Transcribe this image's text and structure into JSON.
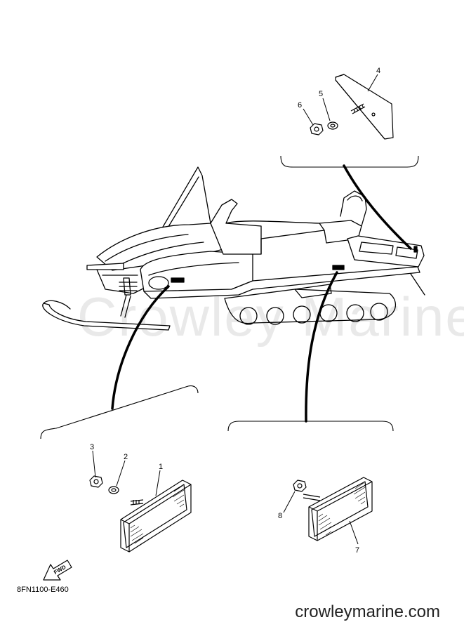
{
  "watermark": "Crowley Marine",
  "part_code": "8FN1100-E460",
  "site_url": "crowleymarine.com",
  "fwd_label": "FWD",
  "callouts": {
    "c1": "1",
    "c2": "2",
    "c3": "3",
    "c4": "4",
    "c5": "5",
    "c6": "6",
    "c7": "7",
    "c8": "8"
  }
}
